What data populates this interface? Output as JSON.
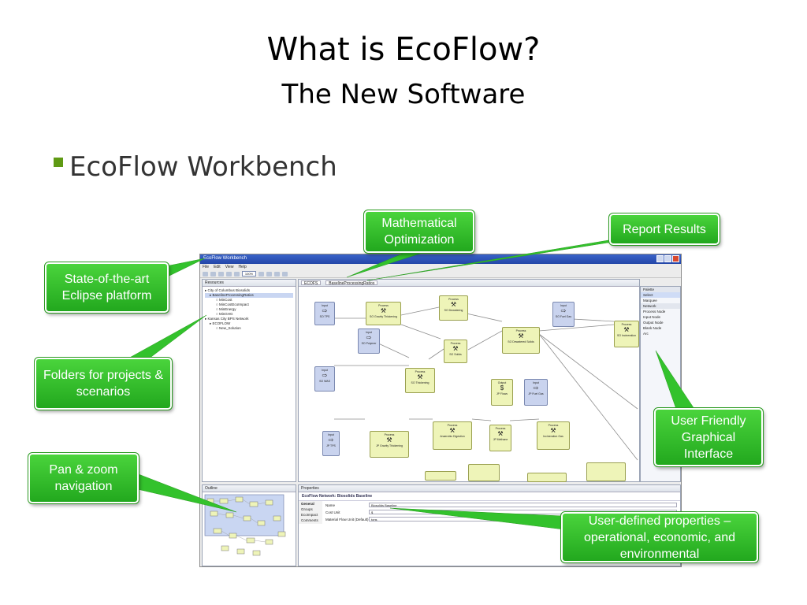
{
  "slide": {
    "title": "What is EcoFlow?",
    "subtitle": "The New Software",
    "bullet": "EcoFlow Workbench"
  },
  "callouts": {
    "optimization": "Mathematical Optimization",
    "report": "Report Results",
    "eclipse": "State-of-the-art Eclipse  platform",
    "folders": "Folders for projects & scenarios",
    "friendly": "User Friendly Graphical Interface",
    "panzoom": "Pan & zoom navigation",
    "properties": "User-defined properties – operational, economic, and environmental"
  },
  "app": {
    "window_title": "EcoFlow Workbench",
    "menu": [
      "File",
      "Edit",
      "View",
      "Help"
    ],
    "zoom": "100%",
    "resources_tab": "Resources",
    "tree": [
      "City of Columbus Biosolids",
      "BaselineProcessingRatios",
      "MinCost",
      "MinCostEcoImpact",
      "MinEnergy",
      "MinGHG",
      "Kansas City BPS Network",
      "ECOFLOW",
      "New_Solution"
    ],
    "editor_tabs": [
      "ECOFS",
      "BaselineProcessingRatios"
    ],
    "palette": {
      "header": "Palette",
      "tools": [
        "Select",
        "Marquee"
      ],
      "section": "Network",
      "items": [
        "Process Node",
        "Input Node",
        "Output Node",
        "Blank Node",
        "Arc"
      ]
    },
    "nodes": [
      {
        "kind": "Input",
        "label": "SO TPS"
      },
      {
        "kind": "Process",
        "label": "SO Gravity Thickening"
      },
      {
        "kind": "Process",
        "label": "SO Dewatering"
      },
      {
        "kind": "Input",
        "label": "SO Polymer"
      },
      {
        "kind": "Process",
        "label": "SO Solids"
      },
      {
        "kind": "Process",
        "label": "SO Dewatered Solids"
      },
      {
        "kind": "Input",
        "label": "SO Fuel Gas"
      },
      {
        "kind": "Process",
        "label": "SO Incineration"
      },
      {
        "kind": "Input",
        "label": "SO WAS"
      },
      {
        "kind": "Process",
        "label": "SO Thickening"
      },
      {
        "kind": "Output",
        "label": "JP Flows"
      },
      {
        "kind": "Input",
        "label": "JP Fuel Gas"
      },
      {
        "kind": "Input",
        "label": "JP TPS"
      },
      {
        "kind": "Process",
        "label": "JP Gravity Thickening"
      },
      {
        "kind": "Process",
        "label": "Anaerobic Digestion"
      },
      {
        "kind": "Process",
        "label": "JP Methane"
      },
      {
        "kind": "Process",
        "label": "Incineration Gas"
      }
    ],
    "outline_tab": "Outline",
    "properties_tab": "Properties",
    "properties_header": "EcoFlow Network: Biosolids Baseline",
    "properties_sections": [
      "General",
      "Groups",
      "EcoImpact",
      "Comments"
    ],
    "properties_fields": [
      {
        "label": "Name",
        "value": "Biosolids Baseline"
      },
      {
        "label": "Cost Unit",
        "value": "$"
      },
      {
        "label": "Material Flow Unit (Default)",
        "value": "tons"
      }
    ]
  },
  "colors": {
    "callout": "#33c22c",
    "bullet": "#5f9a14"
  }
}
